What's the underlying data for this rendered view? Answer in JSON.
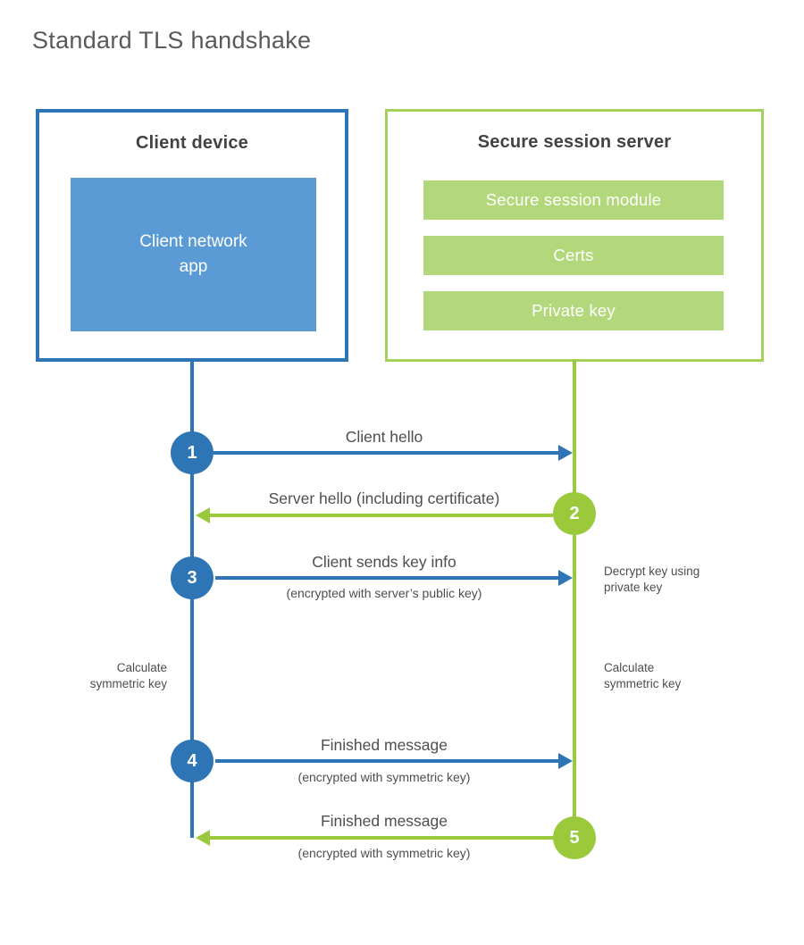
{
  "page": {
    "title": "Standard TLS handshake"
  },
  "colors": {
    "blue": "#2e75b6",
    "blue_fill": "#5b9bd5",
    "green": "#9aca3c",
    "green_border": "#a5d05c",
    "green_fill": "#b3d87c",
    "heading_text": "#414244",
    "body_text": "#4d4e50",
    "title_text": "#595a5c",
    "white": "#ffffff"
  },
  "client": {
    "title": "Client device",
    "module": "Client network\napp"
  },
  "server": {
    "title": "Secure session server",
    "modules": [
      "Secure session module",
      "Certs",
      "Private key"
    ]
  },
  "steps": [
    {
      "num": "1",
      "label": "Client hello",
      "sublabel": "",
      "from": "client",
      "to": "server"
    },
    {
      "num": "2",
      "label": "Server hello (including certificate)",
      "sublabel": "",
      "from": "server",
      "to": "client"
    },
    {
      "num": "3",
      "label": "Client sends key info",
      "sublabel": "(encrypted with server’s public key)",
      "from": "client",
      "to": "server"
    },
    {
      "num": "4",
      "label": "Finished message",
      "sublabel": "(encrypted with symmetric key)",
      "from": "client",
      "to": "server"
    },
    {
      "num": "5",
      "label": "Finished message",
      "sublabel": "(encrypted with symmetric key)",
      "from": "server",
      "to": "client"
    }
  ],
  "notes": {
    "decrypt": "Decrypt key using\nprivate key",
    "calc_left": "Calculate\nsymmetric key",
    "calc_right": "Calculate\nsymmetric key"
  }
}
